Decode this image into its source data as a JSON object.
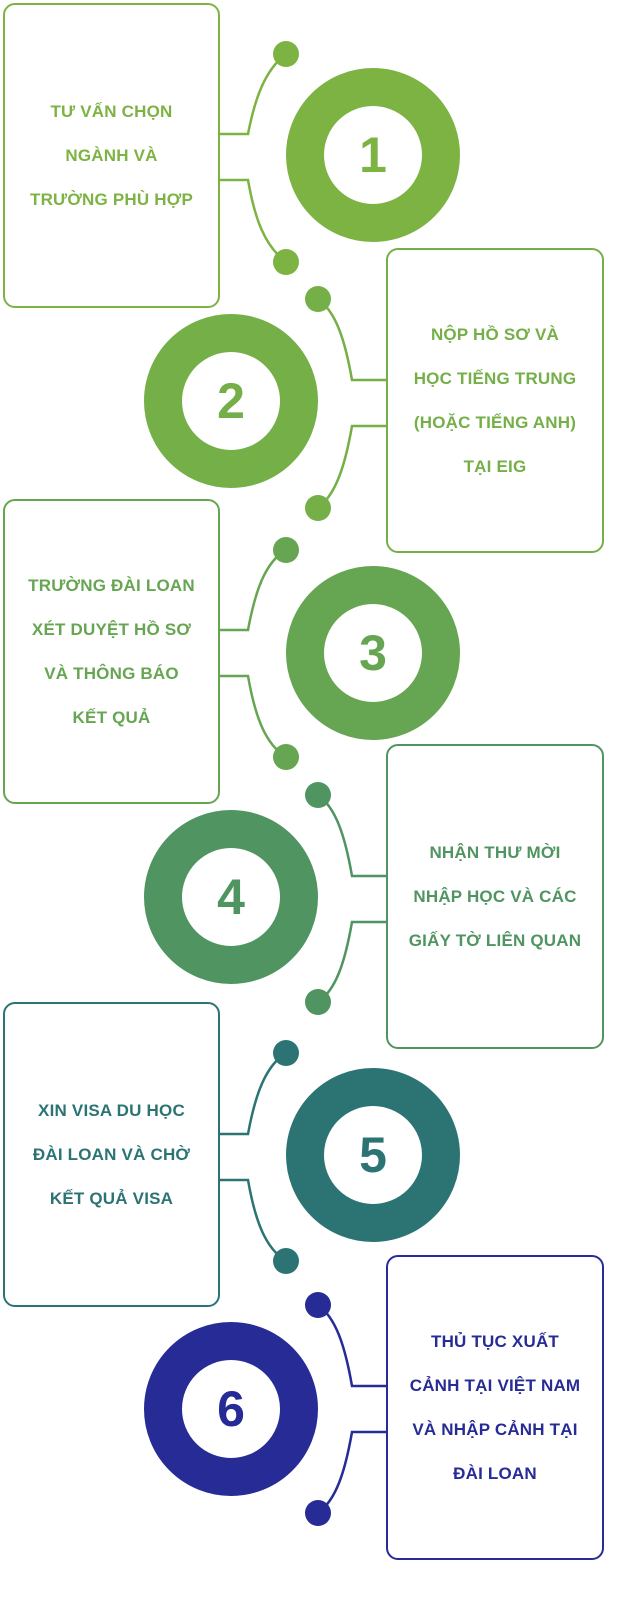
{
  "steps": [
    {
      "number": "1",
      "lines": [
        "TƯ VẤN CHỌN",
        "NGÀNH VÀ",
        "TRƯỜNG PHÙ HỢP"
      ],
      "color": "#7db343"
    },
    {
      "number": "2",
      "lines": [
        "NỘP HỒ SƠ VÀ",
        "HỌC TIẾNG TRUNG",
        "(HOẶC TIẾNG ANH)",
        "TẠI EIG"
      ],
      "color": "#74af47"
    },
    {
      "number": "3",
      "lines": [
        "TRƯỜNG ĐÀI LOAN",
        "XÉT DUYỆT HỒ SƠ",
        "VÀ THÔNG BÁO",
        "KẾT QUẢ"
      ],
      "color": "#66a551"
    },
    {
      "number": "4",
      "lines": [
        "NHẬN THƯ MỜI",
        "NHẬP HỌC VÀ CÁC",
        "GIẤY TỜ LIÊN QUAN"
      ],
      "color": "#4f9461"
    },
    {
      "number": "5",
      "lines": [
        "XIN VISA DU HỌC",
        "ĐÀI LOAN VÀ CHỜ",
        "KẾT QUẢ VISA"
      ],
      "color": "#2c7474"
    },
    {
      "number": "6",
      "lines": [
        "THỦ TỤC XUẤT",
        "CẢNH TẠI VIỆT NAM",
        "VÀ NHẬP CẢNH TẠI",
        "ĐÀI LOAN"
      ],
      "color": "#262b96"
    }
  ]
}
